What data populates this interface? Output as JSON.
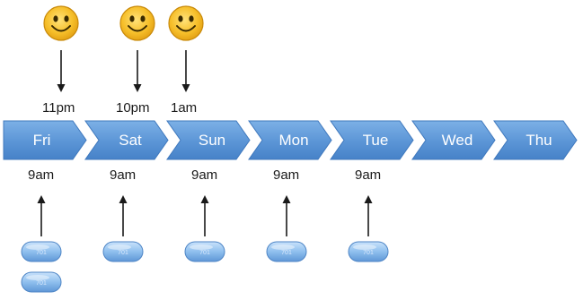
{
  "days": [
    "Fri",
    "Sat",
    "Sun",
    "Mon",
    "Tue",
    "Wed",
    "Thu"
  ],
  "smiley_events": [
    {
      "day": "Fri",
      "time": "11pm"
    },
    {
      "day": "Sat",
      "time": "10pm"
    },
    {
      "day": "Sun",
      "time": "1am"
    }
  ],
  "pill_events": [
    {
      "day": "Fri",
      "time": "9am",
      "pills": 2
    },
    {
      "day": "Sat",
      "time": "9am",
      "pills": 1
    },
    {
      "day": "Sun",
      "time": "9am",
      "pills": 1
    },
    {
      "day": "Mon",
      "time": "9am",
      "pills": 1
    },
    {
      "day": "Tue",
      "time": "9am",
      "pills": 1
    }
  ],
  "pill_imprint": "701",
  "colors": {
    "chevron": "#5b95d6",
    "chevron_edge": "#3f78bd",
    "smiley_face": "#f4b81c",
    "smiley_edge": "#c98a0a",
    "pill": "#8fbfee",
    "arrow": "#1a1a1a"
  },
  "icons": {
    "smiley": "smiley-face-icon",
    "pill": "pill-icon"
  }
}
